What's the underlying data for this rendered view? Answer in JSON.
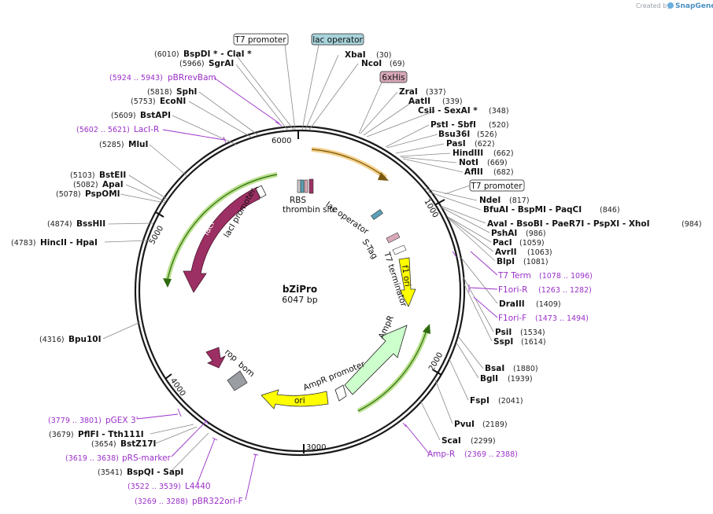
{
  "watermark": {
    "prefix": "Created by",
    "brand": "SnapGene"
  },
  "plasmid": {
    "name": "bZiPro",
    "size_label": "6047 bp",
    "length": 6047
  },
  "ticks": [
    {
      "pos": 1000,
      "label": "1000"
    },
    {
      "pos": 2000,
      "label": "2000"
    },
    {
      "pos": 3000,
      "label": "3000"
    },
    {
      "pos": 4000,
      "label": "4000"
    },
    {
      "pos": 5000,
      "label": "5000"
    },
    {
      "pos": 6000,
      "label": "6000"
    }
  ],
  "boxed_tags": [
    {
      "id": "t7p-top",
      "label": "T7 promoter",
      "color": "#ffffff"
    },
    {
      "id": "lacop-top",
      "label": "lac operator",
      "color": "#a8d4dc"
    },
    {
      "id": "sixhis",
      "label": "6xHis",
      "color": "#d9a9b9"
    },
    {
      "id": "t7p-right",
      "label": "T7 promoter",
      "color": "#ffffff"
    }
  ],
  "sites_right": [
    {
      "names": "XbaI",
      "pos": "(30)"
    },
    {
      "names": "NcoI",
      "pos": "(69)"
    },
    {
      "names": "ZraI",
      "pos": "(337)"
    },
    {
      "names": "AatII",
      "pos": "(339)"
    },
    {
      "names": "CsiI  - SexAI *",
      "pos": "(348)"
    },
    {
      "names": "PstI  - SbfI",
      "pos": "(520)"
    },
    {
      "names": "Bsu36I",
      "pos": "(526)"
    },
    {
      "names": "PasI",
      "pos": "(622)"
    },
    {
      "names": "HindIII",
      "pos": "(662)"
    },
    {
      "names": "NotI",
      "pos": "(669)"
    },
    {
      "names": "AflII",
      "pos": "(682)"
    },
    {
      "names": "NdeI",
      "pos": "(817)"
    },
    {
      "names": "BfuAI  - BspMI  - PaqCI",
      "pos": "(846)"
    },
    {
      "names": "AvaI  - BsoBI  - PaeR7I  - PspXI  - XhoI",
      "pos": "(984)"
    },
    {
      "names": "PshAI",
      "pos": "(986)"
    },
    {
      "names": "PacI",
      "pos": "(1059)"
    },
    {
      "names": "AvrII",
      "pos": "(1063)"
    },
    {
      "names": "BlpI",
      "pos": "(1081)"
    },
    {
      "names": "DraIII",
      "pos": "(1409)"
    },
    {
      "names": "PsiI",
      "pos": "(1534)"
    },
    {
      "names": "SspI",
      "pos": "(1614)"
    },
    {
      "names": "BsaI",
      "pos": "(1880)"
    },
    {
      "names": "BglI",
      "pos": "(1939)"
    },
    {
      "names": "FspI",
      "pos": "(2041)"
    },
    {
      "names": "PvuI",
      "pos": "(2189)"
    },
    {
      "names": "ScaI",
      "pos": "(2299)"
    }
  ],
  "sites_left": [
    {
      "pos": "(6010)",
      "names": "BspDI *  - ClaI *"
    },
    {
      "pos": "(5966)",
      "names": "SgrAI"
    },
    {
      "pos": "(5818)",
      "names": "SphI"
    },
    {
      "pos": "(5753)",
      "names": "EcoNI"
    },
    {
      "pos": "(5609)",
      "names": "BstAPI"
    },
    {
      "pos": "(5285)",
      "names": "MluI"
    },
    {
      "pos": "(5103)",
      "names": "BstEII"
    },
    {
      "pos": "(5082)",
      "names": "ApaI"
    },
    {
      "pos": "(5078)",
      "names": "PspOMI"
    },
    {
      "pos": "(4874)",
      "names": "BssHII"
    },
    {
      "pos": "(4783)",
      "names": "HincII  - HpaI"
    },
    {
      "pos": "(4316)",
      "names": "Bpu10I"
    },
    {
      "pos": "(3679)",
      "names": "PflFI  - Tth111I"
    },
    {
      "pos": "(3654)",
      "names": "BstZ17I"
    },
    {
      "pos": "(3541)",
      "names": "BspQI  - SapI"
    }
  ],
  "primers_right": [
    {
      "name": "T7 Term",
      "pos": "(1078 .. 1096)"
    },
    {
      "name": "F1ori-R",
      "pos": "(1263 .. 1282)"
    },
    {
      "name": "F1ori-F",
      "pos": "(1473 .. 1494)"
    },
    {
      "name": "Amp-R",
      "pos": "(2369 .. 2388)"
    }
  ],
  "primers_left": [
    {
      "pos": "(5924 .. 5943)",
      "name": "pBRrevBam"
    },
    {
      "pos": "(5602 .. 5621)",
      "name": "LacI-R"
    },
    {
      "pos": "(3779 .. 3801)",
      "name": "pGEX 3'"
    },
    {
      "pos": "(3619 .. 3638)",
      "name": "pRS-marker"
    },
    {
      "pos": "(3522 .. 3539)",
      "name": "L4440"
    },
    {
      "pos": "(3269 .. 3288)",
      "name": "pBR322ori-F"
    }
  ],
  "features": [
    {
      "name": "lacI",
      "color": "#9c2f63"
    },
    {
      "name": "lacI promoter",
      "color": "#ffffff"
    },
    {
      "name": "f1 ori",
      "color": "#ffff00"
    },
    {
      "name": "AmpR",
      "color": "#ccffcc"
    },
    {
      "name": "AmpR promoter",
      "color": "#ffffff"
    },
    {
      "name": "ori",
      "color": "#ffff00"
    },
    {
      "name": "rop",
      "color": "#9c2f63"
    },
    {
      "name": "bom",
      "color": "#9a9ea3"
    },
    {
      "name": "RBS",
      "color": "#cccccc"
    },
    {
      "name": "thrombin site",
      "color": "#9c2f63"
    },
    {
      "name": "lac operator",
      "color": "#5aa0b8"
    },
    {
      "name": "S-Tag",
      "color": "#d9a9b9"
    },
    {
      "name": "T7 terminator",
      "color": "#ffffff"
    }
  ],
  "colors": {
    "backbone": "#1a1a1a",
    "primer": "#9b30c8",
    "orf_green": "#7fc241",
    "orf_orange": "#e8a23c"
  }
}
